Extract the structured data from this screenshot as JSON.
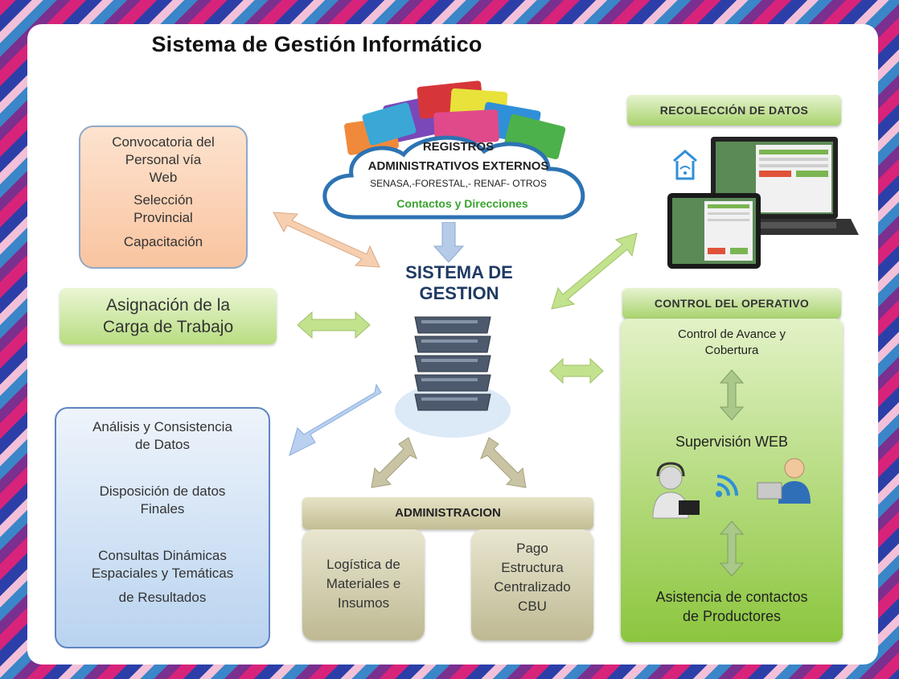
{
  "title": "Sistema de Gestión Informático",
  "personal_box": {
    "lines": [
      "Convocatoria del",
      "Personal vía",
      "Web",
      "Selección",
      "Provincial",
      "Capacitación"
    ]
  },
  "asignacion": {
    "line1": "Asignación de la",
    "line2": "Carga de Trabajo"
  },
  "registros": {
    "line1": "REGISTROS",
    "line2": "ADMINISTRATIVOS EXTERNOS",
    "line3": "SENASA,-FORESTAL,- RENAF- OTROS",
    "line4": "Contactos y Direcciones"
  },
  "sistema": {
    "line1": "SISTEMA DE",
    "line2": "GESTION"
  },
  "analisis_box": {
    "item1_line1": "Análisis y Consistencia",
    "item1_line2": "de Datos",
    "item2_line1": "Disposición de datos",
    "item2_line2": "Finales",
    "item3_line1": "Consultas Dinámicas",
    "item3_line2": "Espaciales y Temáticas",
    "item3_line3": "de Resultados"
  },
  "recoleccion": {
    "label": "RECOLECCIÓN DE DATOS"
  },
  "control": {
    "header": "CONTROL DEL OPERATIVO",
    "avance_line1": "Control de Avance y",
    "avance_line2": "Cobertura",
    "supervision": "Supervisión WEB",
    "asistencia_line1": "Asistencia de contactos",
    "asistencia_line2": "de Productores"
  },
  "administracion": {
    "header": "ADMINISTRACION",
    "logistica": [
      "Logística de",
      "Materiales e",
      "Insumos"
    ],
    "pago": [
      "Pago",
      "Estructura",
      "Centralizado",
      "CBU"
    ]
  },
  "colors": {
    "title": "#111111",
    "registros_contactos": "#3aa22e",
    "sistema_title": "#1f3a63",
    "green_accent": "#8cc63e",
    "orange_box": "#f9c4a0",
    "blue_box": "#b9d3f0",
    "admin_box": "#beb992"
  }
}
